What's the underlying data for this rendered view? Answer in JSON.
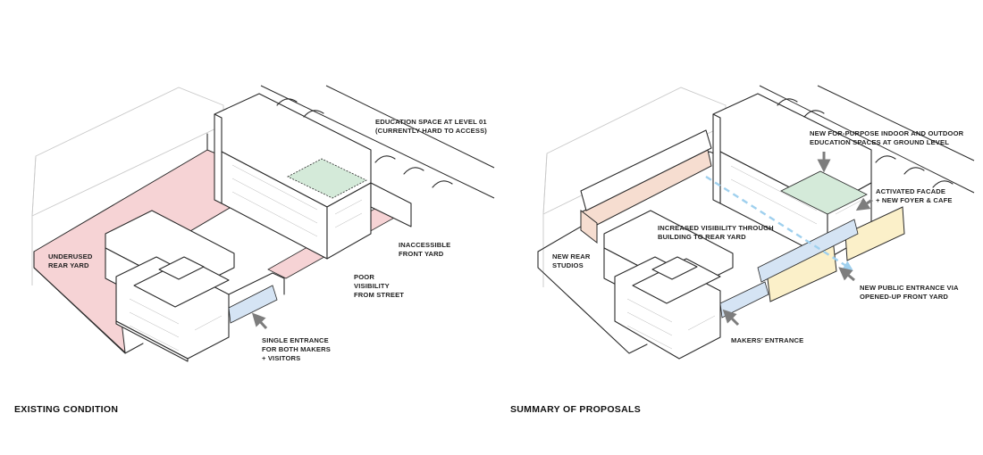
{
  "panels": [
    {
      "caption": "EXISTING CONDITION",
      "labels": {
        "education": "EDUCATION SPACE AT LEVEL 01 (CURRENTLY HARD TO ACCESS)",
        "rear_yard": "UNDERUSED REAR YARD",
        "front_yard": "INACCESSIBLE FRONT YARD",
        "visibility": "POOR VISIBILITY FROM STREET",
        "entrance": "SINGLE ENTRANCE FOR BOTH MAKERS + VISITORS"
      }
    },
    {
      "caption": "SUMMARY OF PROPOSALS",
      "labels": {
        "education": "NEW FOR-PURPOSE INDOOR AND OUTDOOR EDUCATION SPACES AT GROUND LEVEL",
        "facade": "ACTIVATED FACADE + NEW FOYER & CAFE",
        "visibility": "INCREASED VISIBILITY THROUGH BUILDING TO REAR YARD",
        "studios": "NEW REAR STUDIOS",
        "public_entrance": "NEW PUBLIC ENTRANCE VIA OPENED-UP FRONT YARD",
        "makers_entrance": "MAKERS' ENTRANCE"
      }
    }
  ],
  "colors": {
    "underused_yard": "#f6d3d5",
    "education_green": "#d4ead9",
    "entrance_blue": "#d5e4f4",
    "visibility_arrow": "#9fd0ee",
    "studios_orange": "#f6ddd0",
    "facade_yellow": "#fbf0c9",
    "arrow_grey": "#7d7d7d",
    "line": "#2a2a2a",
    "context_line": "#c9c9c9"
  },
  "icons": [
    "arrow-icon"
  ]
}
